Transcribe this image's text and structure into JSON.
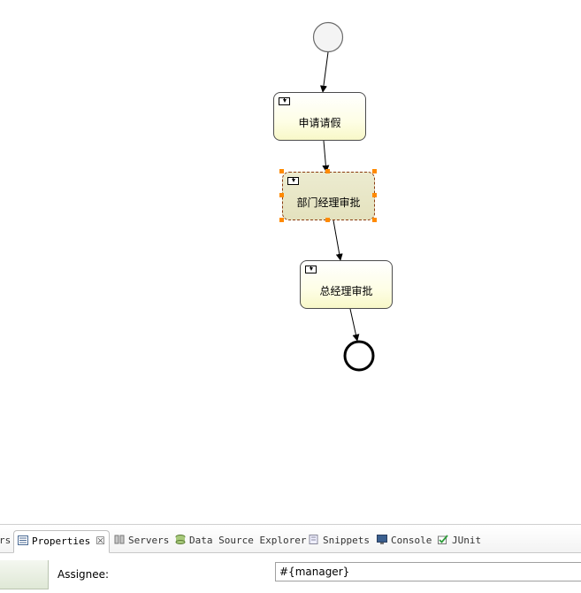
{
  "diagram": {
    "tasks": [
      {
        "id": "task-apply-leave",
        "label": "申请请假",
        "selected": false
      },
      {
        "id": "task-dept-manager",
        "label": "部门经理审批",
        "selected": true
      },
      {
        "id": "task-general-manager",
        "label": "总经理审批",
        "selected": false
      }
    ]
  },
  "views": {
    "tabs": [
      {
        "label": "rs",
        "icon": "none",
        "active": false
      },
      {
        "label": "Properties",
        "icon": "properties-icon",
        "active": true,
        "close": "☒"
      },
      {
        "label": "Servers",
        "icon": "servers-icon",
        "active": false
      },
      {
        "label": "Data Source Explorer",
        "icon": "data-source-icon",
        "active": false
      },
      {
        "label": "Snippets",
        "icon": "snippets-icon",
        "active": false
      },
      {
        "label": "Console",
        "icon": "console-icon",
        "active": false
      },
      {
        "label": "JUnit",
        "icon": "junit-icon",
        "active": false
      }
    ],
    "properties": {
      "assignee_label": "Assignee:",
      "assignee_value": "#{manager}"
    }
  },
  "colors": {
    "selection_handle": "#ff8a00",
    "task_fill": "#fefee6",
    "selected_fill": "#e4e2be"
  }
}
